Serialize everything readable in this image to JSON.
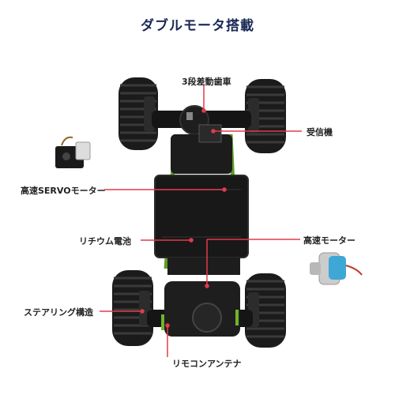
{
  "title": "ダブルモータ搭載",
  "labels": {
    "differential": "3段差動歯車",
    "receiver": "受信機",
    "servo": "高速SERVOモーター",
    "battery": "リチウム電池",
    "motor": "高速モーター",
    "steering": "ステアリング構造",
    "antenna": "リモコンアンテナ"
  },
  "colors": {
    "callout": "#e23b4b",
    "title": "#1b2a55",
    "chassis": "#1a1a1a",
    "accent": "#6fb52c",
    "motor": "#3fa7d6"
  }
}
